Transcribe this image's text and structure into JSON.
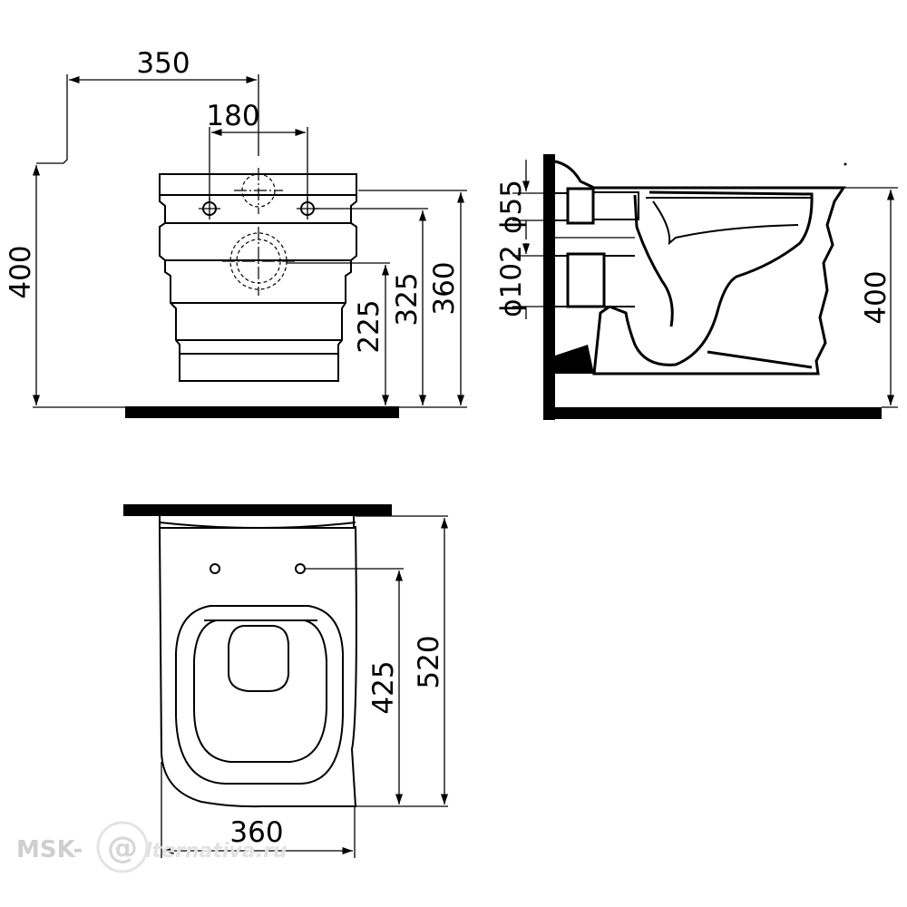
{
  "front_view": {
    "dim_total_width": "350",
    "dim_bolt_spacing": "180",
    "dim_height_left": "400",
    "dim_225": "225",
    "dim_325": "325",
    "dim_360": "360"
  },
  "side_view": {
    "dim_diameter_55": "ϕ55",
    "dim_diameter_102": "ϕ102",
    "dim_height_right": "400"
  },
  "top_view": {
    "dim_425": "425",
    "dim_520": "520",
    "dim_width": "360"
  },
  "watermark": {
    "prefix": "MSK-",
    "symbol": "@",
    "suffix": "lternativa.ru"
  }
}
